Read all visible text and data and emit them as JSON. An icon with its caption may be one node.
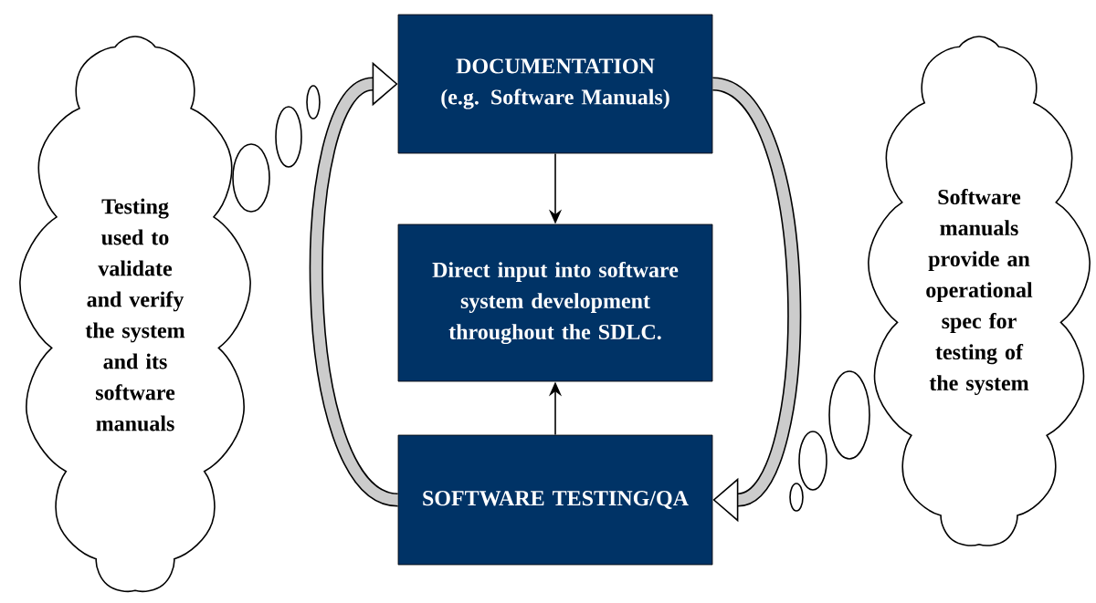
{
  "diagram": {
    "nodes": [
      {
        "text": [
          "Testing used to validate and verify the system and its software manuals"
        ]
      },
      {
        "text": [
          "DOCUMENTATION (e.g. Software Manuals)"
        ]
      },
      {
        "text": [
          "Direct input into software system development throughout the SDLC."
        ]
      },
      {
        "text": [
          "SOFTWARE TESTING/QA"
        ]
      },
      {
        "text": [
          "Software manuals provide an operational spec for testing of the system"
        ]
      }
    ],
    "edges": [
      {
        "from": 1,
        "to": 2,
        "arrow": "to"
      },
      {
        "from": 3,
        "to": 2,
        "arrow": "to"
      },
      {
        "from": 3,
        "to": 1,
        "arrow": "to",
        "style": "thick"
      },
      {
        "from": 1,
        "to": 3,
        "arrow": "to",
        "style": "thick"
      }
    ]
  }
}
